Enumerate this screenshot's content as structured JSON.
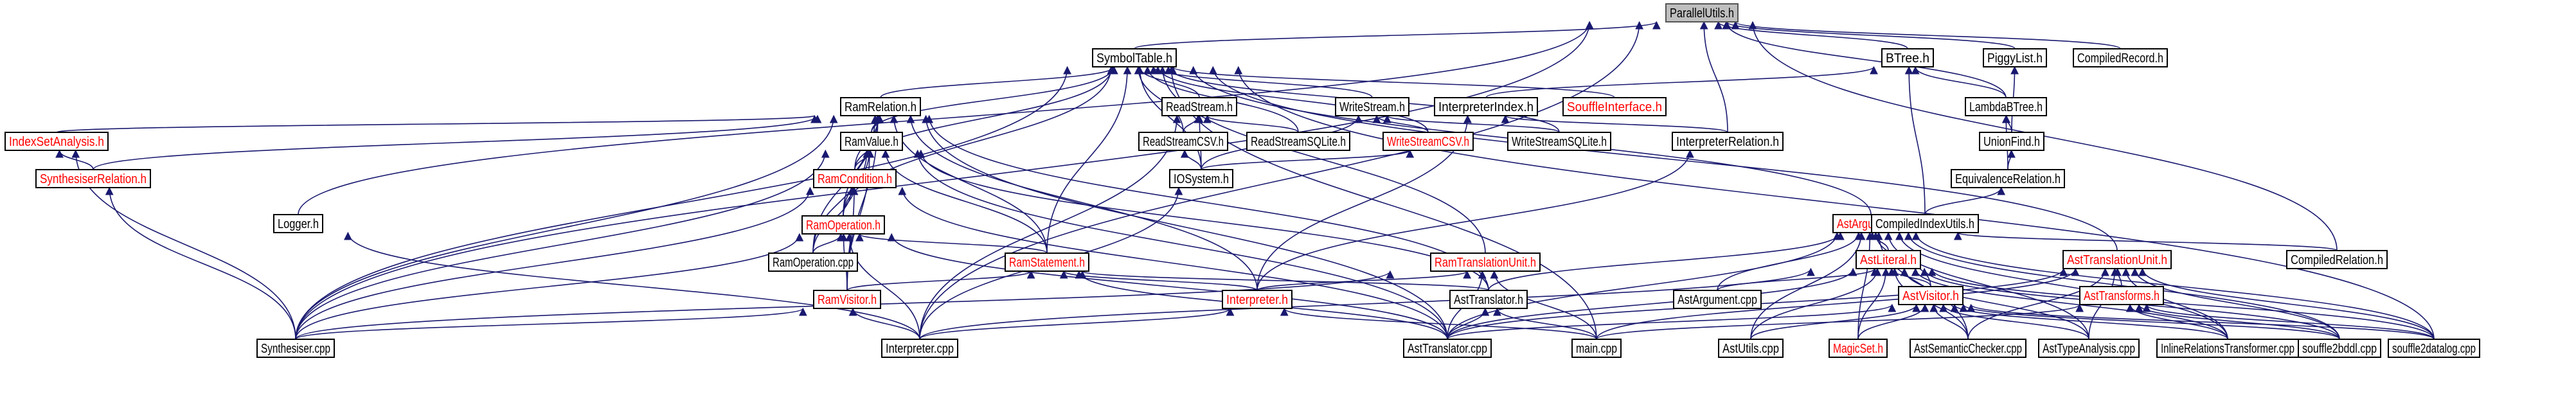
{
  "graph": {
    "root": "ParallelUtils.h",
    "edge_color": "#191970",
    "external_label_color": "#ff0000",
    "root_fill": "#bfbfbf",
    "nodes": [
      {
        "id": "ParallelUtils.h",
        "label": "ParallelUtils.h"
      },
      {
        "id": "SymbolTable.h",
        "label": "SymbolTable.h"
      },
      {
        "id": "BTree.h",
        "label": "BTree.h"
      },
      {
        "id": "PiggyList.h",
        "label": "PiggyList.h"
      },
      {
        "id": "CompiledRecord.h",
        "label": "CompiledRecord.h"
      },
      {
        "id": "RamRelation.h",
        "label": "RamRelation.h"
      },
      {
        "id": "ReadStream.h",
        "label": "ReadStream.h"
      },
      {
        "id": "WriteStream.h",
        "label": "WriteStream.h"
      },
      {
        "id": "InterpreterIndex.h",
        "label": "InterpreterIndex.h"
      },
      {
        "id": "SouffleInterface.h",
        "label": "SouffleInterface.h",
        "external": true
      },
      {
        "id": "LambdaBTree.h",
        "label": "LambdaBTree.h"
      },
      {
        "id": "IndexSetAnalysis.h",
        "label": "IndexSetAnalysis.h",
        "external": true
      },
      {
        "id": "RamValue.h",
        "label": "RamValue.h"
      },
      {
        "id": "ReadStreamCSV.h",
        "label": "ReadStreamCSV.h"
      },
      {
        "id": "ReadStreamSQLite.h",
        "label": "ReadStreamSQLite.h"
      },
      {
        "id": "WriteStreamCSV.h",
        "label": "WriteStreamCSV.h",
        "external": true
      },
      {
        "id": "WriteStreamSQLite.h",
        "label": "WriteStreamSQLite.h"
      },
      {
        "id": "InterpreterRelation.h",
        "label": "InterpreterRelation.h"
      },
      {
        "id": "UnionFind.h",
        "label": "UnionFind.h"
      },
      {
        "id": "SynthesiserRelation.h",
        "label": "SynthesiserRelation.h",
        "external": true
      },
      {
        "id": "RamCondition.h",
        "label": "RamCondition.h",
        "external": true
      },
      {
        "id": "IOSystem.h",
        "label": "IOSystem.h"
      },
      {
        "id": "EquivalenceRelation.h",
        "label": "EquivalenceRelation.h"
      },
      {
        "id": "Logger.h",
        "label": "Logger.h"
      },
      {
        "id": "AstArgument.h",
        "label": "AstArgument.h",
        "external": true
      },
      {
        "id": "CompiledIndexUtils.h",
        "label": "CompiledIndexUtils.h"
      },
      {
        "id": "RamOperation.h",
        "label": "RamOperation.h",
        "external": true
      },
      {
        "id": "RamOperation.cpp",
        "label": "RamOperation.cpp"
      },
      {
        "id": "RamStatement.h",
        "label": "RamStatement.h",
        "external": true
      },
      {
        "id": "RamTranslationUnit.h",
        "label": "RamTranslationUnit.h",
        "external": true
      },
      {
        "id": "AstLiteral.h",
        "label": "AstLiteral.h",
        "external": true
      },
      {
        "id": "AstTranslationUnit.h",
        "label": "AstTranslationUnit.h",
        "external": true
      },
      {
        "id": "CompiledRelation.h",
        "label": "CompiledRelation.h"
      },
      {
        "id": "AstVisitor.h",
        "label": "AstVisitor.h",
        "external": true
      },
      {
        "id": "AstTransforms.h",
        "label": "AstTransforms.h",
        "external": true
      },
      {
        "id": "RamVisitor.h",
        "label": "RamVisitor.h",
        "external": true
      },
      {
        "id": "Interpreter.h",
        "label": "Interpreter.h",
        "external": true
      },
      {
        "id": "AstTranslator.h",
        "label": "AstTranslator.h"
      },
      {
        "id": "AstArgument.cpp",
        "label": "AstArgument.cpp"
      },
      {
        "id": "Synthesiser.cpp",
        "label": "Synthesiser.cpp"
      },
      {
        "id": "Interpreter.cpp",
        "label": "Interpreter.cpp"
      },
      {
        "id": "AstTranslator.cpp",
        "label": "AstTranslator.cpp"
      },
      {
        "id": "main.cpp",
        "label": "main.cpp"
      },
      {
        "id": "AstUtils.cpp",
        "label": "AstUtils.cpp"
      },
      {
        "id": "MagicSet.h",
        "label": "MagicSet.h",
        "external": true
      },
      {
        "id": "AstSemanticChecker.cpp",
        "label": "AstSemanticChecker.cpp"
      },
      {
        "id": "AstTypeAnalysis.cpp",
        "label": "AstTypeAnalysis.cpp"
      },
      {
        "id": "InlineRelationsTransformer.cpp",
        "label": "InlineRelationsTransformer.cpp"
      },
      {
        "id": "souffle2bddl.cpp",
        "label": "souffle2bddl.cpp"
      },
      {
        "id": "souffle2datalog.cpp",
        "label": "souffle2datalog.cpp"
      }
    ],
    "edges": [
      [
        "SymbolTable.h",
        "ParallelUtils.h"
      ],
      [
        "BTree.h",
        "ParallelUtils.h"
      ],
      [
        "PiggyList.h",
        "ParallelUtils.h"
      ],
      [
        "CompiledRecord.h",
        "ParallelUtils.h"
      ],
      [
        "LambdaBTree.h",
        "ParallelUtils.h"
      ],
      [
        "Logger.h",
        "ParallelUtils.h"
      ],
      [
        "Interpreter.cpp",
        "ParallelUtils.h"
      ],
      [
        "Synthesiser.cpp",
        "ParallelUtils.h"
      ],
      [
        "CompiledRelation.h",
        "ParallelUtils.h"
      ],
      [
        "InterpreterRelation.h",
        "ParallelUtils.h"
      ],
      [
        "RamRelation.h",
        "SymbolTable.h"
      ],
      [
        "ReadStream.h",
        "SymbolTable.h"
      ],
      [
        "WriteStream.h",
        "SymbolTable.h"
      ],
      [
        "SouffleInterface.h",
        "SymbolTable.h"
      ],
      [
        "ReadStreamCSV.h",
        "SymbolTable.h"
      ],
      [
        "ReadStreamSQLite.h",
        "SymbolTable.h"
      ],
      [
        "WriteStreamCSV.h",
        "SymbolTable.h"
      ],
      [
        "WriteStreamSQLite.h",
        "SymbolTable.h"
      ],
      [
        "IOSystem.h",
        "SymbolTable.h"
      ],
      [
        "AstArgument.h",
        "SymbolTable.h"
      ],
      [
        "AstTranslationUnit.h",
        "SymbolTable.h"
      ],
      [
        "RamValue.h",
        "SymbolTable.h"
      ],
      [
        "RamCondition.h",
        "SymbolTable.h"
      ],
      [
        "RamOperation.h",
        "SymbolTable.h"
      ],
      [
        "RamStatement.h",
        "SymbolTable.h"
      ],
      [
        "RamTranslationUnit.h",
        "SymbolTable.h"
      ],
      [
        "Synthesiser.cpp",
        "SymbolTable.h"
      ],
      [
        "souffle2datalog.cpp",
        "SymbolTable.h"
      ],
      [
        "main.cpp",
        "SymbolTable.h"
      ],
      [
        "InterpreterIndex.h",
        "BTree.h"
      ],
      [
        "LambdaBTree.h",
        "BTree.h"
      ],
      [
        "CompiledIndexUtils.h",
        "BTree.h"
      ],
      [
        "UnionFind.h",
        "PiggyList.h"
      ],
      [
        "UnionFind.h",
        "LambdaBTree.h"
      ],
      [
        "EquivalenceRelation.h",
        "LambdaBTree.h"
      ],
      [
        "EquivalenceRelation.h",
        "UnionFind.h"
      ],
      [
        "CompiledIndexUtils.h",
        "EquivalenceRelation.h"
      ],
      [
        "CompiledRelation.h",
        "CompiledIndexUtils.h"
      ],
      [
        "IndexSetAnalysis.h",
        "RamRelation.h"
      ],
      [
        "RamValue.h",
        "RamRelation.h"
      ],
      [
        "SynthesiserRelation.h",
        "RamRelation.h"
      ],
      [
        "RamCondition.h",
        "RamRelation.h"
      ],
      [
        "RamOperation.h",
        "RamRelation.h"
      ],
      [
        "RamStatement.h",
        "RamRelation.h"
      ],
      [
        "RamVisitor.h",
        "RamRelation.h"
      ],
      [
        "Interpreter.h",
        "RamRelation.h"
      ],
      [
        "AstTranslator.h",
        "RamRelation.h"
      ],
      [
        "Synthesiser.cpp",
        "RamRelation.h"
      ],
      [
        "AstTranslator.cpp",
        "RamRelation.h"
      ],
      [
        "RamOperation.cpp",
        "RamRelation.h"
      ],
      [
        "ReadStreamCSV.h",
        "ReadStream.h"
      ],
      [
        "ReadStreamSQLite.h",
        "ReadStream.h"
      ],
      [
        "IOSystem.h",
        "ReadStream.h"
      ],
      [
        "Interpreter.cpp",
        "ReadStream.h"
      ],
      [
        "WriteStreamCSV.h",
        "WriteStream.h"
      ],
      [
        "WriteStreamSQLite.h",
        "WriteStream.h"
      ],
      [
        "IOSystem.h",
        "WriteStream.h"
      ],
      [
        "IOSystem.h",
        "ReadStreamCSV.h"
      ],
      [
        "IOSystem.h",
        "WriteStreamCSV.h"
      ],
      [
        "Interpreter.cpp",
        "IOSystem.h"
      ],
      [
        "InterpreterRelation.h",
        "InterpreterIndex.h"
      ],
      [
        "Interpreter.h",
        "InterpreterIndex.h"
      ],
      [
        "Interpreter.h",
        "InterpreterRelation.h"
      ],
      [
        "SynthesiserRelation.h",
        "IndexSetAnalysis.h"
      ],
      [
        "Synthesiser.cpp",
        "IndexSetAnalysis.h"
      ],
      [
        "Synthesiser.cpp",
        "SynthesiserRelation.h"
      ],
      [
        "RamCondition.h",
        "RamValue.h"
      ],
      [
        "RamOperation.h",
        "RamValue.h"
      ],
      [
        "RamStatement.h",
        "RamValue.h"
      ],
      [
        "RamVisitor.h",
        "RamValue.h"
      ],
      [
        "AstTranslator.h",
        "RamValue.h"
      ],
      [
        "Synthesiser.cpp",
        "RamValue.h"
      ],
      [
        "AstTranslator.cpp",
        "RamValue.h"
      ],
      [
        "RamOperation.cpp",
        "RamValue.h"
      ],
      [
        "RamOperation.h",
        "RamCondition.h"
      ],
      [
        "RamVisitor.h",
        "RamCondition.h"
      ],
      [
        "Synthesiser.cpp",
        "RamCondition.h"
      ],
      [
        "AstTranslator.cpp",
        "RamCondition.h"
      ],
      [
        "RamOperation.cpp",
        "RamCondition.h"
      ],
      [
        "RamStatement.h",
        "RamOperation.h"
      ],
      [
        "RamVisitor.h",
        "RamOperation.h"
      ],
      [
        "RamOperation.cpp",
        "RamOperation.h"
      ],
      [
        "Synthesiser.cpp",
        "RamOperation.h"
      ],
      [
        "Interpreter.cpp",
        "RamOperation.h"
      ],
      [
        "AstTranslator.cpp",
        "RamOperation.h"
      ],
      [
        "RamVisitor.h",
        "RamStatement.h"
      ],
      [
        "Interpreter.h",
        "RamStatement.h"
      ],
      [
        "AstTranslator.h",
        "RamStatement.h"
      ],
      [
        "AstTranslator.cpp",
        "RamStatement.h"
      ],
      [
        "Synthesiser.cpp",
        "RamVisitor.h"
      ],
      [
        "Interpreter.cpp",
        "RamVisitor.h"
      ],
      [
        "Interpreter.h",
        "RamTranslationUnit.h"
      ],
      [
        "AstTranslator.cpp",
        "RamTranslationUnit.h"
      ],
      [
        "main.cpp",
        "RamTranslationUnit.h"
      ],
      [
        "Synthesiser.cpp",
        "RamTranslationUnit.h"
      ],
      [
        "Interpreter.cpp",
        "Interpreter.h"
      ],
      [
        "main.cpp",
        "Interpreter.h"
      ],
      [
        "AstTranslator.cpp",
        "AstTranslator.h"
      ],
      [
        "main.cpp",
        "AstTranslator.h"
      ],
      [
        "Interpreter.cpp",
        "Logger.h"
      ],
      [
        "AstLiteral.h",
        "AstArgument.h"
      ],
      [
        "AstArgument.cpp",
        "AstArgument.h"
      ],
      [
        "AstVisitor.h",
        "AstArgument.h"
      ],
      [
        "AstTranslator.h",
        "AstArgument.h"
      ],
      [
        "AstTranslator.cpp",
        "AstArgument.h"
      ],
      [
        "AstUtils.cpp",
        "AstArgument.h"
      ],
      [
        "MagicSet.h",
        "AstArgument.h"
      ],
      [
        "AstTypeAnalysis.cpp",
        "AstArgument.h"
      ],
      [
        "souffle2bddl.cpp",
        "AstArgument.h"
      ],
      [
        "souffle2datalog.cpp",
        "AstArgument.h"
      ],
      [
        "InlineRelationsTransformer.cpp",
        "AstArgument.h"
      ],
      [
        "AstSemanticChecker.cpp",
        "AstArgument.h"
      ],
      [
        "AstArgument.cpp",
        "AstLiteral.h"
      ],
      [
        "AstVisitor.h",
        "AstLiteral.h"
      ],
      [
        "AstTranslator.cpp",
        "AstLiteral.h"
      ],
      [
        "AstUtils.cpp",
        "AstLiteral.h"
      ],
      [
        "MagicSet.h",
        "AstLiteral.h"
      ],
      [
        "AstSemanticChecker.cpp",
        "AstLiteral.h"
      ],
      [
        "AstTypeAnalysis.cpp",
        "AstLiteral.h"
      ],
      [
        "InlineRelationsTransformer.cpp",
        "AstLiteral.h"
      ],
      [
        "souffle2bddl.cpp",
        "AstLiteral.h"
      ],
      [
        "souffle2datalog.cpp",
        "AstLiteral.h"
      ],
      [
        "Interpreter.cpp",
        "AstLiteral.h"
      ],
      [
        "AstTransforms.h",
        "AstTranslationUnit.h"
      ],
      [
        "AstTranslator.cpp",
        "AstTranslationUnit.h"
      ],
      [
        "AstSemanticChecker.cpp",
        "AstTranslationUnit.h"
      ],
      [
        "InlineRelationsTransformer.cpp",
        "AstTranslationUnit.h"
      ],
      [
        "souffle2bddl.cpp",
        "AstTranslationUnit.h"
      ],
      [
        "souffle2datalog.cpp",
        "AstTranslationUnit.h"
      ],
      [
        "main.cpp",
        "AstTranslationUnit.h"
      ],
      [
        "AstTypeAnalysis.cpp",
        "AstTranslationUnit.h"
      ],
      [
        "AstUtils.cpp",
        "AstVisitor.h"
      ],
      [
        "MagicSet.h",
        "AstVisitor.h"
      ],
      [
        "AstSemanticChecker.cpp",
        "AstVisitor.h"
      ],
      [
        "AstTypeAnalysis.cpp",
        "AstVisitor.h"
      ],
      [
        "InlineRelationsTransformer.cpp",
        "AstVisitor.h"
      ],
      [
        "souffle2bddl.cpp",
        "AstVisitor.h"
      ],
      [
        "souffle2datalog.cpp",
        "AstVisitor.h"
      ],
      [
        "AstTranslator.cpp",
        "AstVisitor.h"
      ],
      [
        "InlineRelationsTransformer.cpp",
        "AstTransforms.h"
      ],
      [
        "souffle2bddl.cpp",
        "AstTransforms.h"
      ],
      [
        "souffle2datalog.cpp",
        "AstTransforms.h"
      ],
      [
        "main.cpp",
        "AstTransforms.h"
      ]
    ]
  }
}
